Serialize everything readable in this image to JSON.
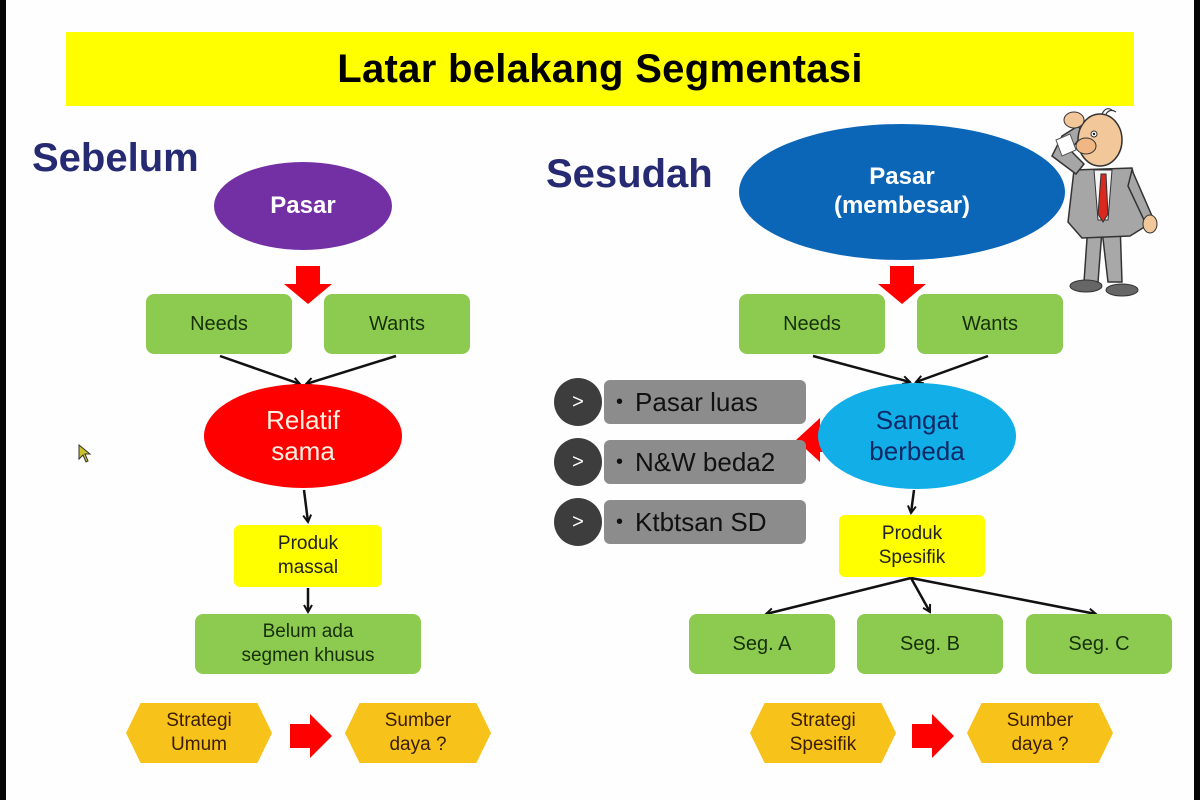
{
  "title": "Latar belakang Segmentasi",
  "colors": {
    "title_bg": "#ffff00",
    "section_label": "#262a73",
    "purple_ellipse": "#7330a5",
    "blue_ellipse": "#0b66b8",
    "red_ellipse": "#ff0000",
    "cyan_ellipse": "#12aee8",
    "green_box": "#8ccb4f",
    "yellow_box": "#ffff00",
    "hexagon": "#f7c21a",
    "grey_pill": "#8c8c8c",
    "dark_circle": "#3d3d3d",
    "arrow_red": "#ff0000"
  },
  "before": {
    "label": "Sebelum",
    "market": "Pasar",
    "needs": "Needs",
    "wants": "Wants",
    "result_line1": "Relatif",
    "result_line2": "sama",
    "product_line1": "Produk",
    "product_line2": "massal",
    "segment_line1": "Belum ada",
    "segment_line2": "segmen khusus",
    "strategy_line1": "Strategi",
    "strategy_line2": "Umum",
    "resources_line1": "Sumber",
    "resources_line2": "daya ?"
  },
  "after": {
    "label": "Sesudah",
    "market_line1": "Pasar",
    "market_line2": "(membesar)",
    "needs": "Needs",
    "wants": "Wants",
    "result_line1": "Sangat",
    "result_line2": "berbeda",
    "product_line1": "Produk",
    "product_line2": "Spesifik",
    "segments": [
      "Seg. A",
      "Seg. B",
      "Seg. C"
    ],
    "reasons": [
      {
        "icon": ">",
        "text": "Pasar luas"
      },
      {
        "icon": ">",
        "text": "N&W beda2"
      },
      {
        "icon": ">",
        "text": "Ktbtsan SD"
      }
    ],
    "strategy_line1": "Strategi",
    "strategy_line2": "Spesifik",
    "resources_line1": "Sumber",
    "resources_line2": "daya ?"
  },
  "bullet": "•"
}
